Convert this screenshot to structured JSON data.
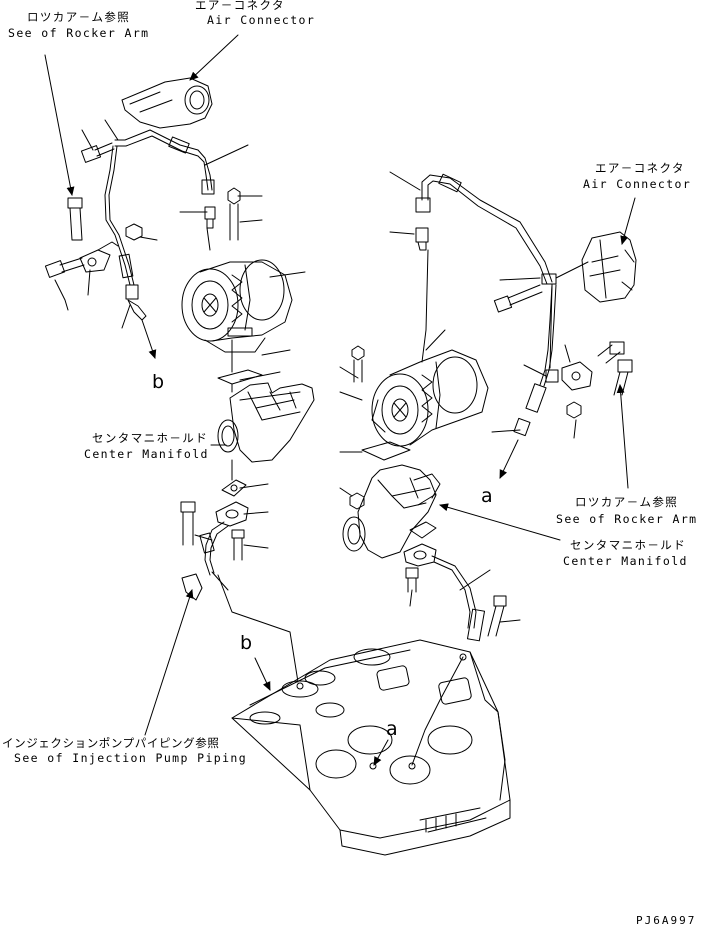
{
  "callouts": {
    "rocker_left_jp": "ロツカア－ム参照",
    "rocker_left_en": "See of Rocker Arm",
    "air_top_jp": "エア－コネクタ",
    "air_top_en": "Air Connector",
    "air_right_jp": "エア－コネクタ",
    "air_right_en": "Air Connector",
    "manifold_left_jp": "センタマニホ－ルド",
    "manifold_left_en": "Center Manifold",
    "rocker_right_jp": "ロツカア－ム参照",
    "rocker_right_en": "See of Rocker Arm",
    "manifold_right_jp": "センタマニホ－ルド",
    "manifold_right_en": "Center Manifold",
    "injection_jp": "インジェクションポンプパイピング参照",
    "injection_en": "See of Injection Pump Piping"
  },
  "refs": {
    "b_upper": "b",
    "b_lower": "b",
    "a_upper": "a",
    "a_lower": "a"
  },
  "drawing_code": "PJ6A997"
}
